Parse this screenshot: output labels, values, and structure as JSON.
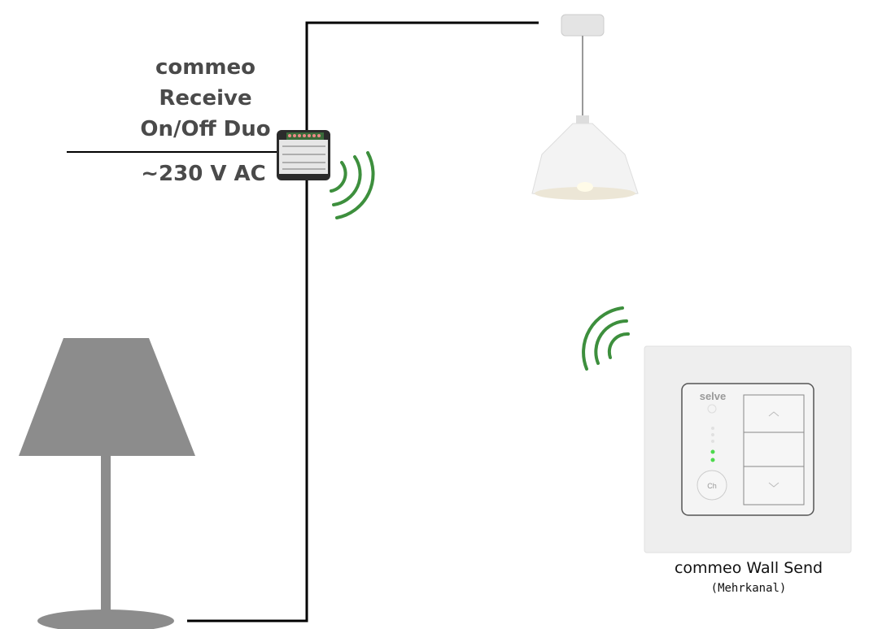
{
  "receiver": {
    "line1": "commeo",
    "line2": "Receive",
    "line3": "On/Off Duo",
    "voltage": "~230 V AC"
  },
  "sender": {
    "title": "commeo Wall Send",
    "subtitle": "(Mehrkanal)",
    "brand": "selve",
    "channel_button": "Ch"
  },
  "colors": {
    "wire": "#000000",
    "signal": "#3d8f3d",
    "lamp": "#8c8c8c",
    "led": "#4cd94c"
  }
}
